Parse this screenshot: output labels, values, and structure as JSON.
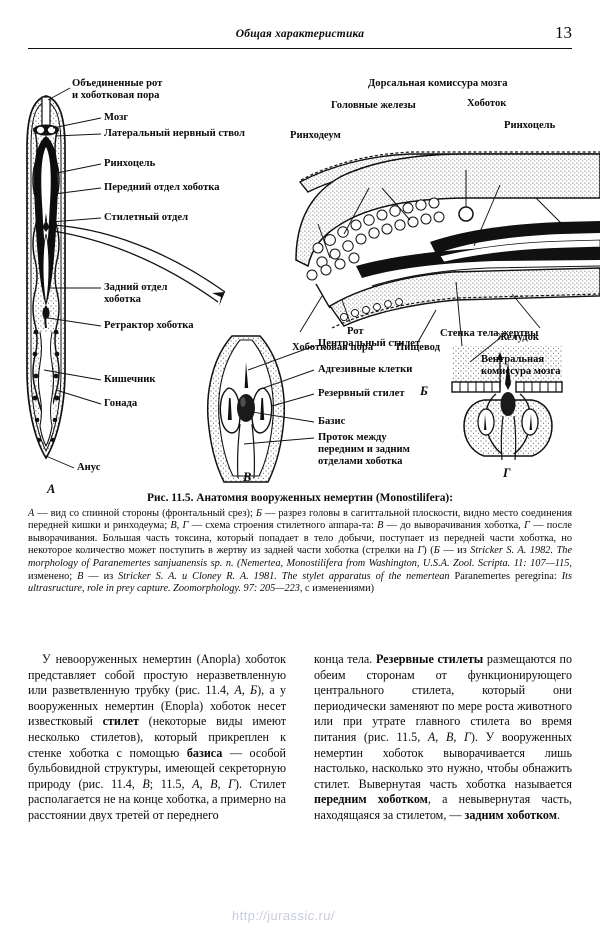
{
  "running_head": {
    "title": "Общая характеристика",
    "page_number": "13"
  },
  "figure": {
    "panel_letters": {
      "a": "А",
      "b": "Б",
      "v": "В",
      "g": "Г"
    },
    "panel_a_labels": [
      "Объединенные рот",
      "и хоботковая пора",
      "Мозг",
      "Латеральный нервный ствол",
      "Ринхоцель",
      "Передний отдел хоботка",
      "Стилетный отдел",
      "Задний отдел",
      "хоботка",
      "Ретрактор хоботка",
      "Кишечник",
      "Гонада",
      "Анус"
    ],
    "panel_b_labels": [
      "Дорсальная комиссура мозга",
      "Головные железы",
      "Хоботок",
      "Ринхоцель",
      "Ринходеум",
      "Рот",
      "Хоботковая пора",
      "Пищевод",
      "Желудок",
      "Вентральная",
      "комиссура мозга"
    ],
    "panel_v_labels": [
      "Центральный стилет",
      "Адгезивные клетки",
      "Резервный стилет",
      "Базис",
      "Проток между",
      "передним и задним",
      "отделами хоботка"
    ],
    "panel_g_labels": [
      "Стенка тела жертвы"
    ]
  },
  "caption": {
    "title": "Рис.  11.5. Анатомия вооруженных немертин (Monostilifera):",
    "l1_a": "А",
    "l1_b": " — вид со спинной стороны (фронтальный срез); ",
    "l1_c": "Б",
    "l1_d": " — разрез головы в сагиттальной плоскости,",
    "l2_a": "видно место соединения передней кишки и ринходеума; ",
    "l2_b": "В, Г",
    "l2_c": " — схема строения стилетного аппара-",
    "l3_a": "та: ",
    "l3_b": "В",
    "l3_c": " — до выворачивания хоботка, ",
    "l3_d": "Г",
    "l3_e": " — после выворачивания. Большая часть токсина, который",
    "l4": "попадает в тело добычи, поступает из передней части хоботка, но некоторое количество может",
    "l5_a": "поступить в жертву из задней части хоботка (стрелки на ",
    "l5_b": "Г",
    "l5_c": ") (",
    "l5_d": "Б",
    "l5_e": " — из ",
    "l5_f": "Stricker S. A. 1982. The morphology",
    "l6_a": "of Paranemertes sanjuanensis sp. n. ",
    "l6_b": "(Nemertea, Monostilifera from Washington, U.S.A. Zool. Scripta. 11: 107—115,",
    "l7_a": "изменено; ",
    "l7_b": "В",
    "l7_c": " — из ",
    "l7_d": "Stricker S. A. и Cloney R. A. 1981. The stylet apparatus of the nemertean ",
    "l7_e": "Paranemertes",
    "l8_a": "peregrina: ",
    "l8_b": "Its ultrasructure, role in prey capture. Zoomorphology. 97: 205—223",
    "l8_c": ", с изменениями)"
  },
  "body": {
    "left": {
      "p1_a": "У невооруженных немертин (Anopla) хоботок представляет собой простую неразветвленную или разветвленную трубку (рис. 11.4, ",
      "p1_ital1": "А, Б",
      "p1_b": "), а у вооруженных немертин (Enopla) хоботок несет известковый ",
      "p1_bold1": "стилет",
      "p1_c": " (некоторые виды имеют несколько стилетов), который прикреплен к стенке хоботка с помощью ",
      "p1_bold2": "базиса",
      "p1_d": " — особой бульбовидной структуры, имеющей секреторную природу (рис. 11.4, ",
      "p1_ital2": "В",
      "p1_e": "; 11.5, ",
      "p1_ital3": "А, В, Г",
      "p1_f": "). Стилет располагается не на конце хоботка, а примерно на расстоянии двух третей от переднего"
    },
    "right": {
      "p1_a": "конца тела. ",
      "p1_bold1": "Резервные стилеты",
      "p1_b": " размещаются по обеим сторонам от функционирующего центрального стилета, который они периодически заменяют по мере роста животного или при утрате главного стилета во время питания (рис. 11.5, ",
      "p1_ital1": "А, В, Г",
      "p1_c": "). У вооруженных немертин хоботок выворачивается лишь настолько, насколько это нужно, чтобы обнажить стилет. Вывернутая часть хоботка называется ",
      "p1_bold2": "передним хоботком",
      "p1_d": ", а невывернутая часть, находящаяся за стилетом, — ",
      "p1_bold3": "задним хоботком",
      "p1_e": "."
    }
  },
  "watermark": "http://jurassic.ru/"
}
